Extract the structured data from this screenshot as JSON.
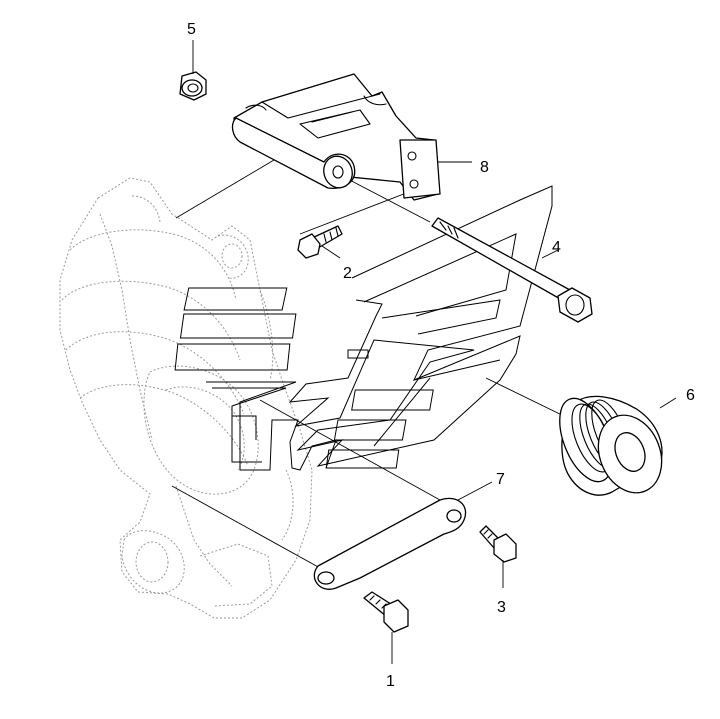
{
  "callouts": [
    {
      "id": "1",
      "label": "1"
    },
    {
      "id": "2",
      "label": "2"
    },
    {
      "id": "3",
      "label": "3"
    },
    {
      "id": "4",
      "label": "4"
    },
    {
      "id": "5",
      "label": "5"
    },
    {
      "id": "6",
      "label": "6"
    },
    {
      "id": "7",
      "label": "7"
    },
    {
      "id": "8",
      "label": "8"
    }
  ],
  "icons": {
    "watermark": "stylized-stripes-logo-icon",
    "alternator": "alternator-ghost-outline",
    "bracket": "mounting-bracket",
    "pulley": "alternator-pulley",
    "strap": "adjusting-strap"
  }
}
